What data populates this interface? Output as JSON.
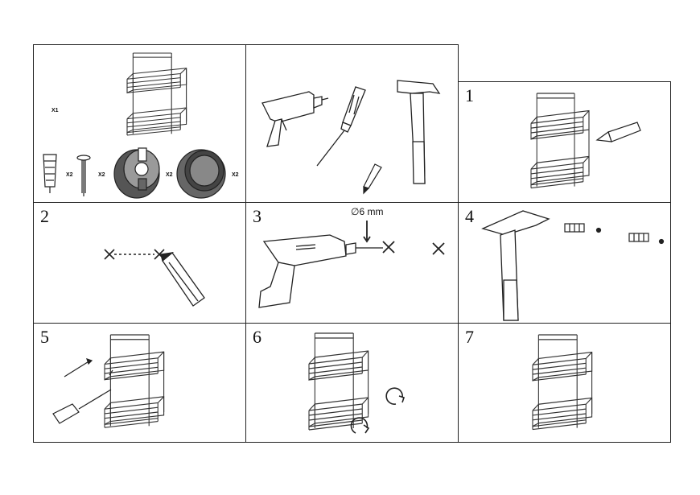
{
  "panels": {
    "parts": {
      "qty_shelf": "X1",
      "qty_anchor": "X2",
      "qty_screw": "X2",
      "qty_adapter": "X2",
      "qty_cap": "X2"
    },
    "tools": {},
    "steps": [
      {
        "number": "1"
      },
      {
        "number": "2"
      },
      {
        "number": "3",
        "drill_label": "∅6 mm"
      },
      {
        "number": "4"
      },
      {
        "number": "5"
      },
      {
        "number": "6"
      },
      {
        "number": "7"
      }
    ]
  },
  "icons": [
    "shelf-icon",
    "drill-icon",
    "screwdriver-icon",
    "hammer-icon",
    "pencil-icon",
    "anchor-icon",
    "screw-icon",
    "adapter-icon",
    "cap-icon",
    "cross-mark-icon",
    "rotate-arrow-icon"
  ]
}
